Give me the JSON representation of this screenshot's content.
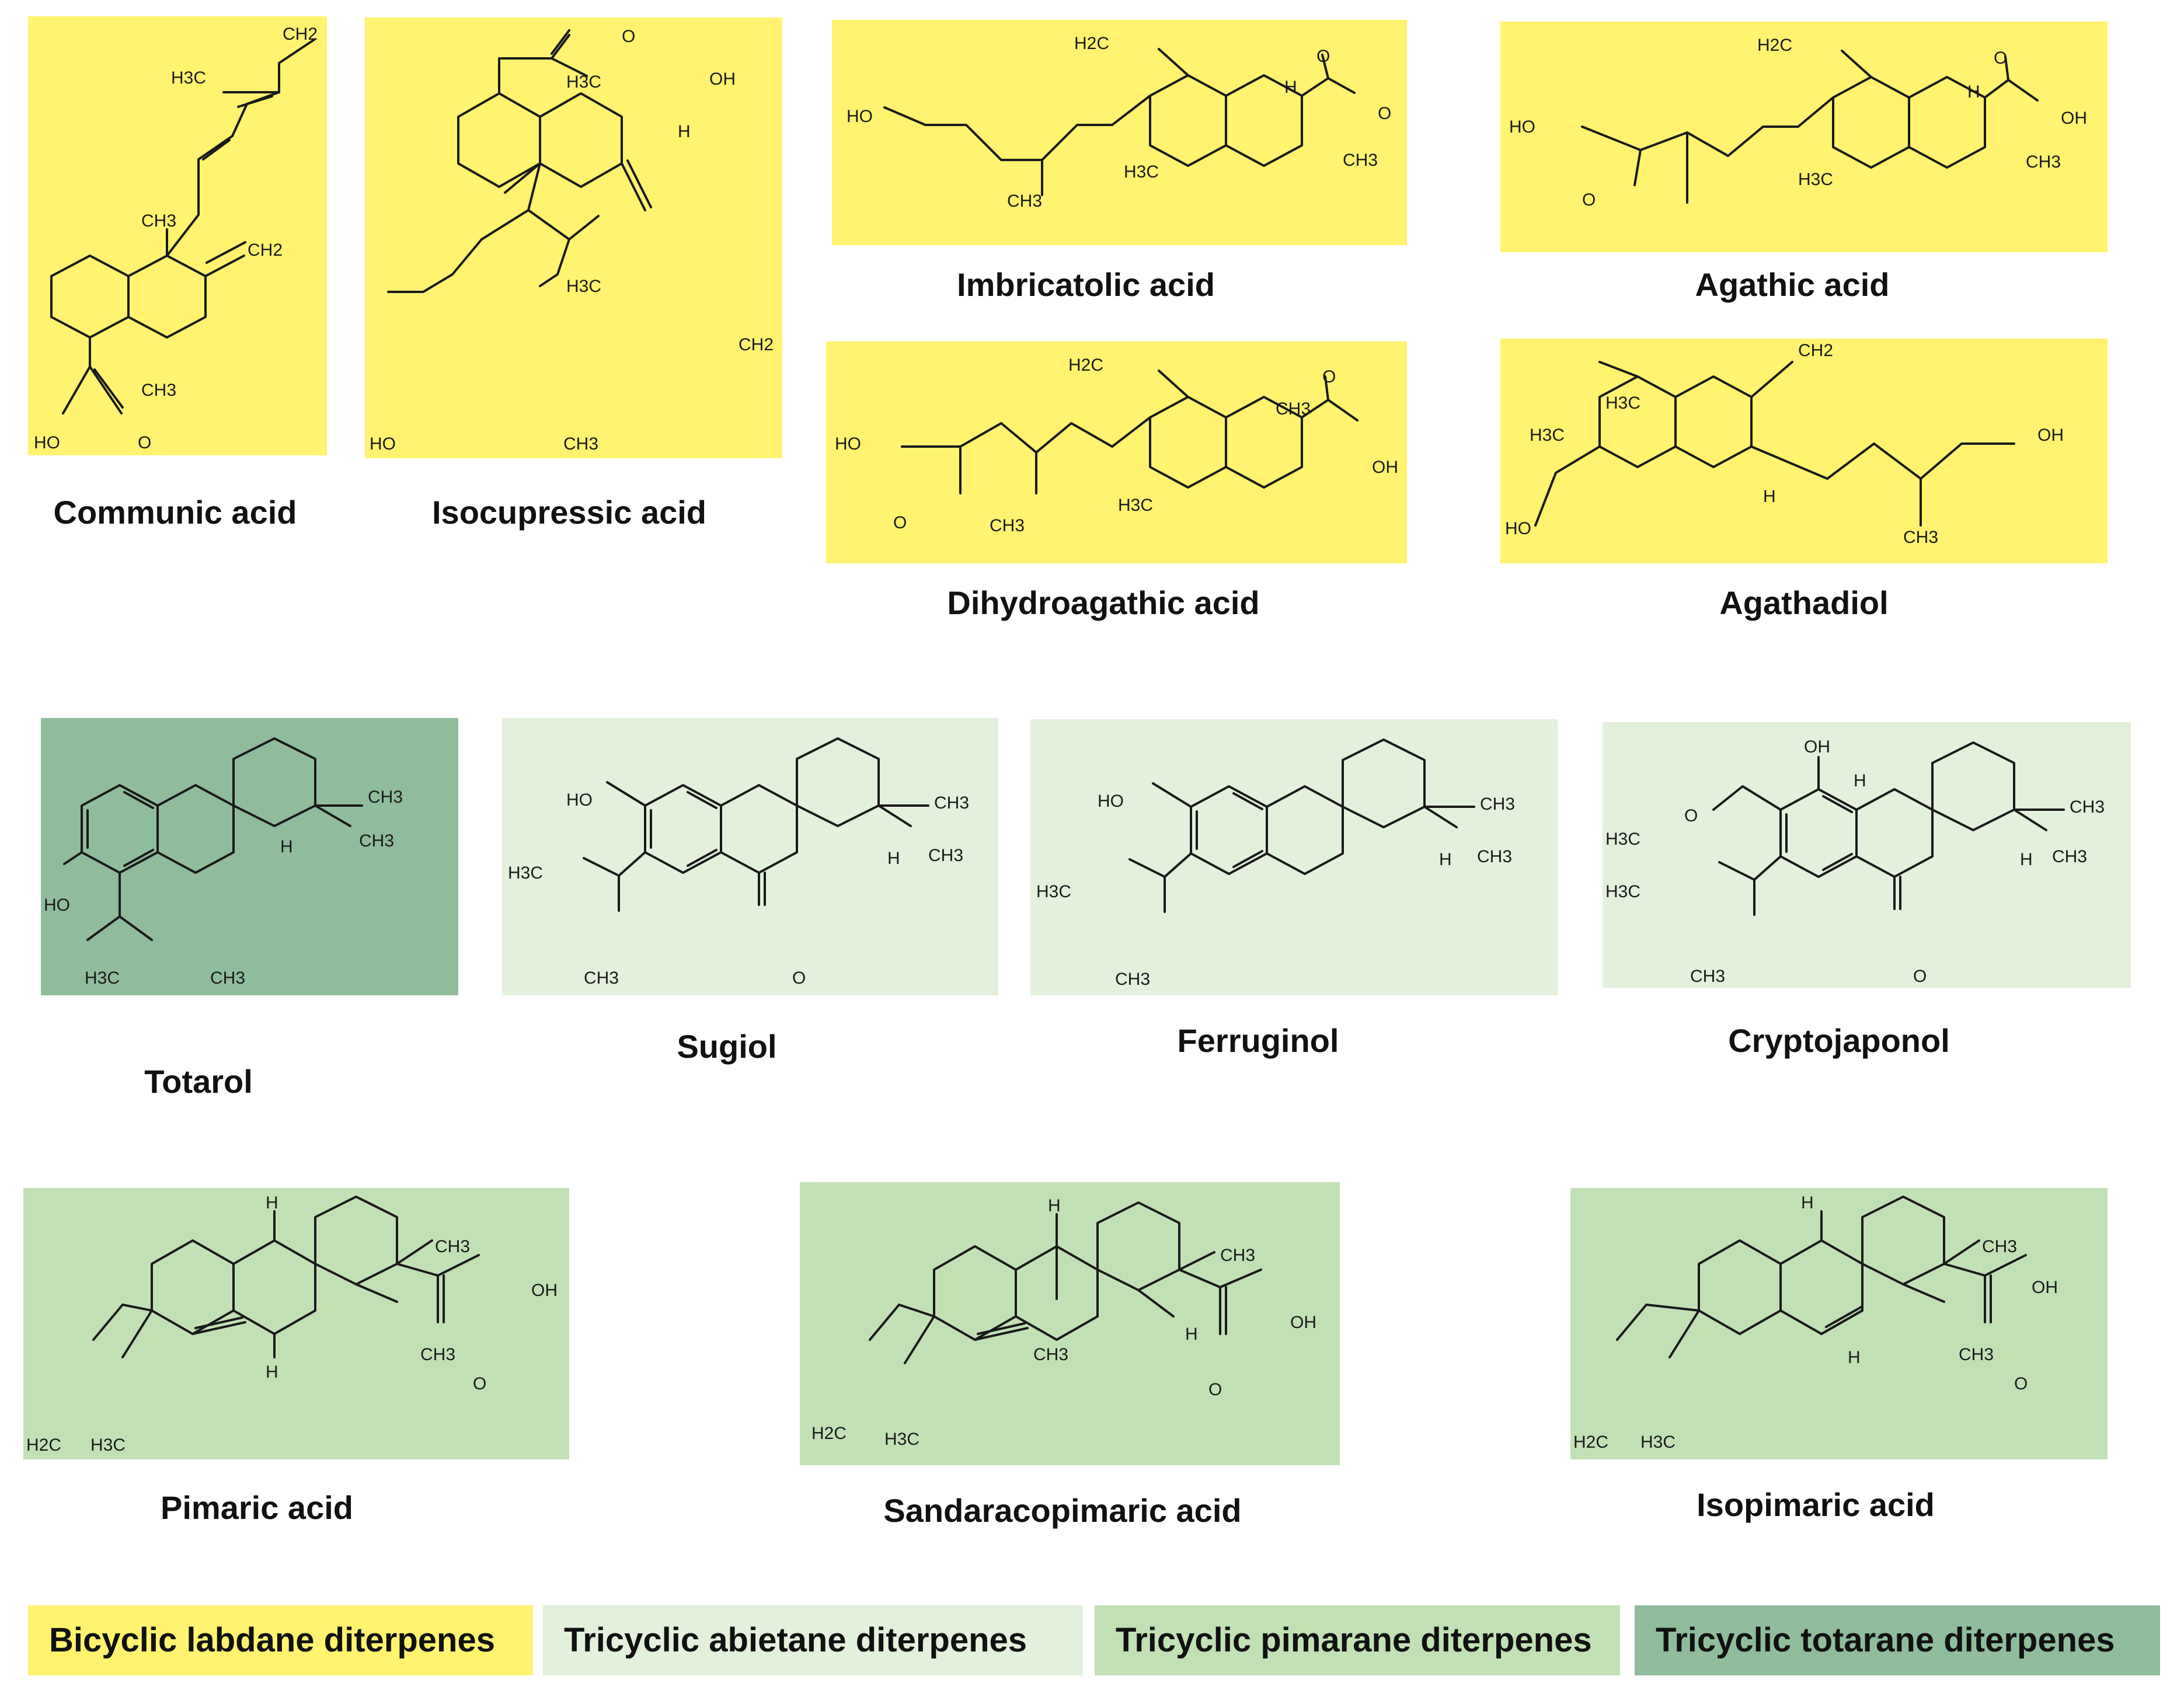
{
  "colors": {
    "labdane": "#fff36f",
    "abietane": "#e3f0dc",
    "pimarane": "#c1e1b4",
    "totarane": "#8fbd9c"
  },
  "compounds": [
    {
      "name": "Communic  acid",
      "class": "labdane",
      "atoms": [
        "CH2",
        "H3C",
        "CH3",
        "CH2",
        "CH3",
        "HO",
        "O"
      ]
    },
    {
      "name": "Isocupressic  acid",
      "class": "labdane",
      "atoms": [
        "O",
        "OH",
        "H3C",
        "H",
        "H3C",
        "CH2",
        "HO",
        "CH3"
      ]
    },
    {
      "name": "Imbricatolic  acid",
      "class": "labdane",
      "atoms": [
        "H2C",
        "H",
        "O",
        "O",
        "HO",
        "H3C",
        "CH3",
        "CH3"
      ]
    },
    {
      "name": "Agathic acid",
      "class": "labdane",
      "atoms": [
        "H2C",
        "H",
        "O",
        "OH",
        "HO",
        "O",
        "H3C",
        "CH3"
      ]
    },
    {
      "name": "Dihydroagathic  acid",
      "class": "labdane",
      "atoms": [
        "H2C",
        "CH3",
        "O",
        "OH",
        "HO",
        "O",
        "CH3",
        "H3C"
      ]
    },
    {
      "name": "Agathadiol",
      "class": "labdane",
      "atoms": [
        "CH2",
        "H3C",
        "H3C",
        "OH",
        "HO",
        "H",
        "CH3"
      ]
    },
    {
      "name": "Totarol",
      "class": "totarane",
      "atoms": [
        "CH3",
        "CH3",
        "H",
        "HO",
        "H3C",
        "CH3"
      ]
    },
    {
      "name": "Sugiol",
      "class": "abietane",
      "atoms": [
        "HO",
        "CH3",
        "CH3",
        "H",
        "H3C",
        "CH3",
        "O"
      ]
    },
    {
      "name": "Ferruginol",
      "class": "abietane",
      "atoms": [
        "HO",
        "CH3",
        "CH3",
        "H",
        "H3C",
        "CH3"
      ]
    },
    {
      "name": "Cryptojaponol",
      "class": "abietane",
      "atoms": [
        "OH",
        "H",
        "O",
        "H3C",
        "CH3",
        "CH3",
        "H3C",
        "H",
        "CH3",
        "O"
      ]
    },
    {
      "name": "Pimaric  acid",
      "class": "pimarane",
      "atoms": [
        "H",
        "CH3",
        "OH",
        "H",
        "CH3",
        "O",
        "H2C",
        "H3C"
      ]
    },
    {
      "name": "Sandaracopimaric  acid",
      "class": "pimarane",
      "atoms": [
        "H",
        "CH3",
        "OH",
        "CH3",
        "H",
        "O",
        "H2C",
        "H3C"
      ]
    },
    {
      "name": "Isopimaric  acid",
      "class": "pimarane",
      "atoms": [
        "H",
        "CH3",
        "OH",
        "H",
        "CH3",
        "O",
        "H2C",
        "H3C"
      ]
    }
  ],
  "legend": [
    {
      "label": "Bicyclic labdane diterpenes",
      "class": "labdane"
    },
    {
      "label": "Tricyclic abietane diterpenes",
      "class": "abietane"
    },
    {
      "label": "Tricyclic pimarane diterpenes",
      "class": "pimarane"
    },
    {
      "label": "Tricyclic totarane diterpenes",
      "class": "totarane"
    }
  ]
}
